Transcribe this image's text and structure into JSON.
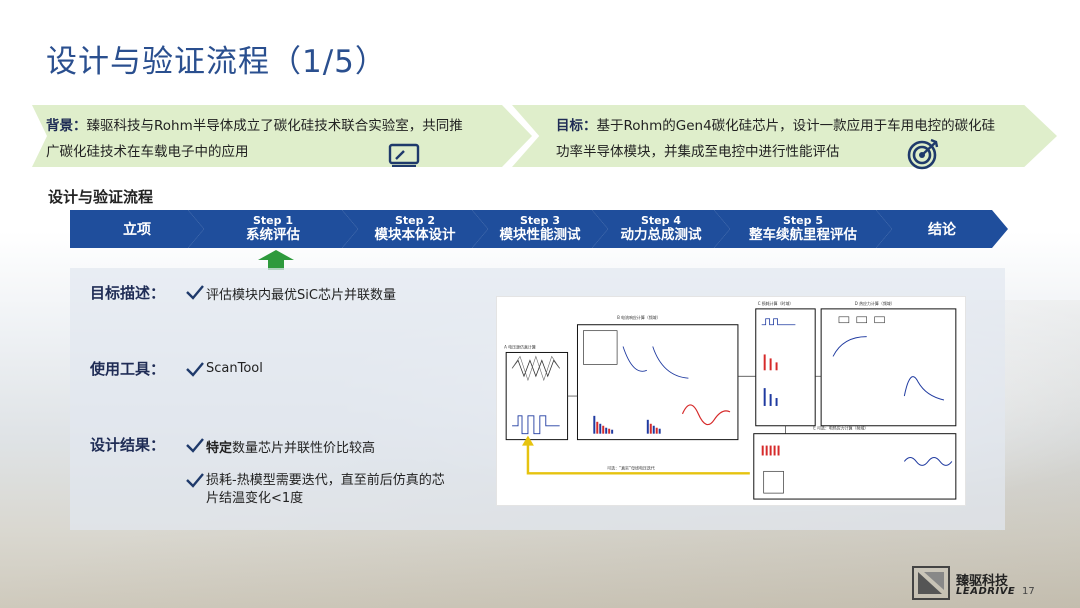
{
  "title": "设计与验证流程（1/5）",
  "background_banner": {
    "label": "背景：",
    "text": "臻驱科技与Rohm半导体成立了碳化硅技术联合实验室，共同推广碳化硅技术在车载电子中的应用",
    "icon": "presentation-board-icon"
  },
  "goal_banner": {
    "label": "目标：",
    "text": "基于Rohm的Gen4碳化硅芯片，设计一款应用于车用电控的碳化硅功率半导体模块，并集成至电控中进行性能评估",
    "icon": "target-icon"
  },
  "section_heading": "设计与验证流程",
  "steps": [
    {
      "num": "",
      "label": "立项"
    },
    {
      "num": "Step 1",
      "label": "系统评估"
    },
    {
      "num": "Step 2",
      "label": "模块本体设计"
    },
    {
      "num": "Step 3",
      "label": "模块性能测试"
    },
    {
      "num": "Step 4",
      "label": "动力总成测试"
    },
    {
      "num": "Step 5",
      "label": "整车续航里程评估"
    },
    {
      "num": "",
      "label": "结论"
    }
  ],
  "current_step_marker": "up-arrow-icon",
  "details": {
    "goal_label": "目标描述：",
    "goal_item": "评估模块内最优SiC芯片并联数量",
    "tool_label": "使用工具：",
    "tool_item": "ScanTool",
    "result_label": "设计结果：",
    "result_item1_bold": "特定",
    "result_item1_rest": "数量芯片并联性价比较高",
    "result_item2": "损耗-热模型需要迭代，直至前后仿真的芯片结温变化<1度"
  },
  "footer": {
    "company_cn": "臻驱科技",
    "company_en": "LEADRIVE",
    "page": "17"
  },
  "colors": {
    "title": "#2a4f8f",
    "step_fill": "#1f4e9c",
    "banner_fill": "#dfeecb",
    "marker": "#2e9a3c"
  }
}
